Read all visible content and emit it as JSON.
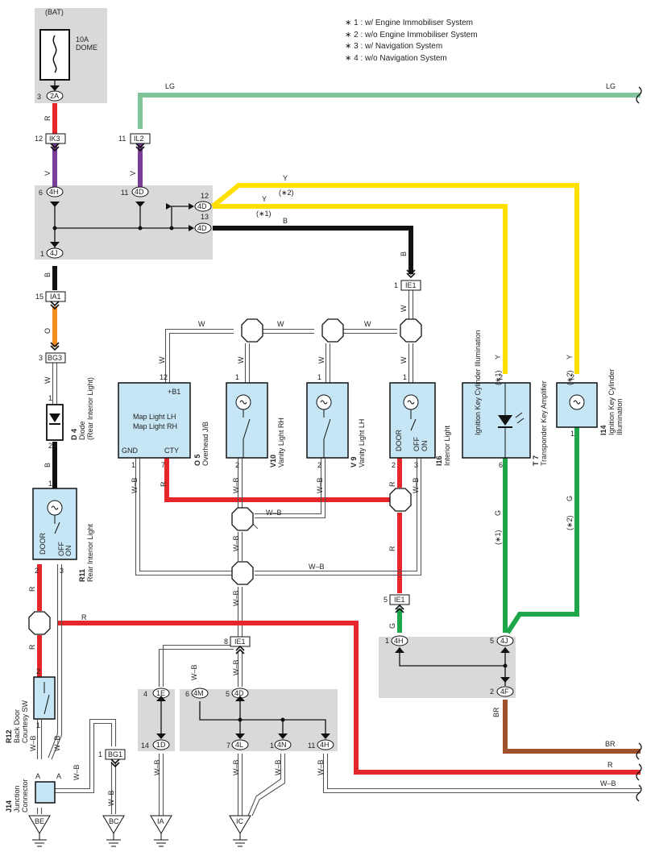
{
  "notes": [
    "∗ 1 : w/ Engine Immobiliser System",
    "∗ 2 : w/o Engine Immobiliser System",
    "∗ 3 : w/ Navigation System",
    "∗ 4 : w/o Navigation System"
  ],
  "fuse": {
    "source": "(BAT)",
    "rating": "10A",
    "name": "DOME"
  },
  "connectors": {
    "c2A": {
      "pin": "3",
      "id": "2A"
    },
    "cIK3": {
      "pin": "12",
      "id": "IK3"
    },
    "cIL2": {
      "pin": "11",
      "id": "IL2"
    },
    "c4H_top": {
      "pin": "6",
      "id": "4H"
    },
    "c4D_mid": {
      "pin": "11",
      "id": "4D"
    },
    "c4D_12": {
      "pin": "12",
      "id": "4D"
    },
    "c4D_13": {
      "pin": "13",
      "id": "4D"
    },
    "c4J_left": {
      "pin": "1",
      "id": "4J"
    },
    "cIA1": {
      "pin": "15",
      "id": "IA1"
    },
    "cBG3": {
      "pin": "3",
      "id": "BG3"
    },
    "cIE1_top": {
      "pin": "1",
      "id": "IE1"
    },
    "cIE1_right": {
      "pin": "5",
      "id": "IE1"
    },
    "cIE1_bottom": {
      "pin": "8",
      "id": "IE1"
    },
    "c4H_right": {
      "pin": "1",
      "id": "4H"
    },
    "c4J_right": {
      "pin": "5",
      "id": "4J"
    },
    "c4F": {
      "pin": "2",
      "id": "4F"
    },
    "cBG1": {
      "pin": "1",
      "id": "BG1"
    },
    "c1E": {
      "pin": "4",
      "id": "1E"
    },
    "c1D": {
      "pin": "14",
      "id": "1D"
    },
    "c4M": {
      "pin": "6",
      "id": "4M"
    },
    "c4D_bot": {
      "pin": "5",
      "id": "4D"
    },
    "c4L": {
      "pin": "7",
      "id": "4L"
    },
    "c4N": {
      "pin": "1",
      "id": "4N"
    },
    "c4H_bot": {
      "pin": "11",
      "id": "4H"
    }
  },
  "wires": {
    "LG": "LG",
    "R": "R",
    "V": "V",
    "Y": "Y",
    "B": "B",
    "O": "O",
    "W": "W",
    "WB": "W–B",
    "G": "G",
    "BR": "BR",
    "s1": "(∗1)",
    "s2": "(∗2)"
  },
  "components": {
    "D4": {
      "code": "D 4",
      "name": "Diode",
      "sub": "(Rear Interior Light)"
    },
    "R11": {
      "code": "R11",
      "name": "Rear Interior Light"
    },
    "R12": {
      "code": "R12",
      "name": "Back Door",
      "sub": "Courtesy SW"
    },
    "J14": {
      "code": "J14",
      "name": "Junction",
      "sub": "Connector"
    },
    "O5": {
      "code": "O 5",
      "name": "Overhead J/B",
      "line1": "Map Light LH",
      "line2": "Map Light RH",
      "pin_b1": "+B1",
      "gnd": "GND",
      "cty": "CTY"
    },
    "V10": {
      "code": "V10",
      "name": "Vanity Light RH"
    },
    "V9": {
      "code": "V 9",
      "name": "Vanity Light LH"
    },
    "I16": {
      "code": "I16",
      "name": "Interior Light"
    },
    "T7": {
      "code": "T 7",
      "name": "Transponder Key Amplifier",
      "inner": "Ignition Key Cylinder Illumination"
    },
    "I14": {
      "code": "I14",
      "name": "Ignition Key Cylinder",
      "sub": "Illumination"
    },
    "switch": {
      "door": "DOOR",
      "off": "OFF",
      "on": "ON"
    }
  },
  "pins": {
    "p1": "1",
    "p2": "2",
    "p3": "3",
    "p6": "6",
    "p7": "7",
    "p12": "12",
    "A": "A"
  },
  "grounds": [
    "BE",
    "BC",
    "IA",
    "IC"
  ]
}
